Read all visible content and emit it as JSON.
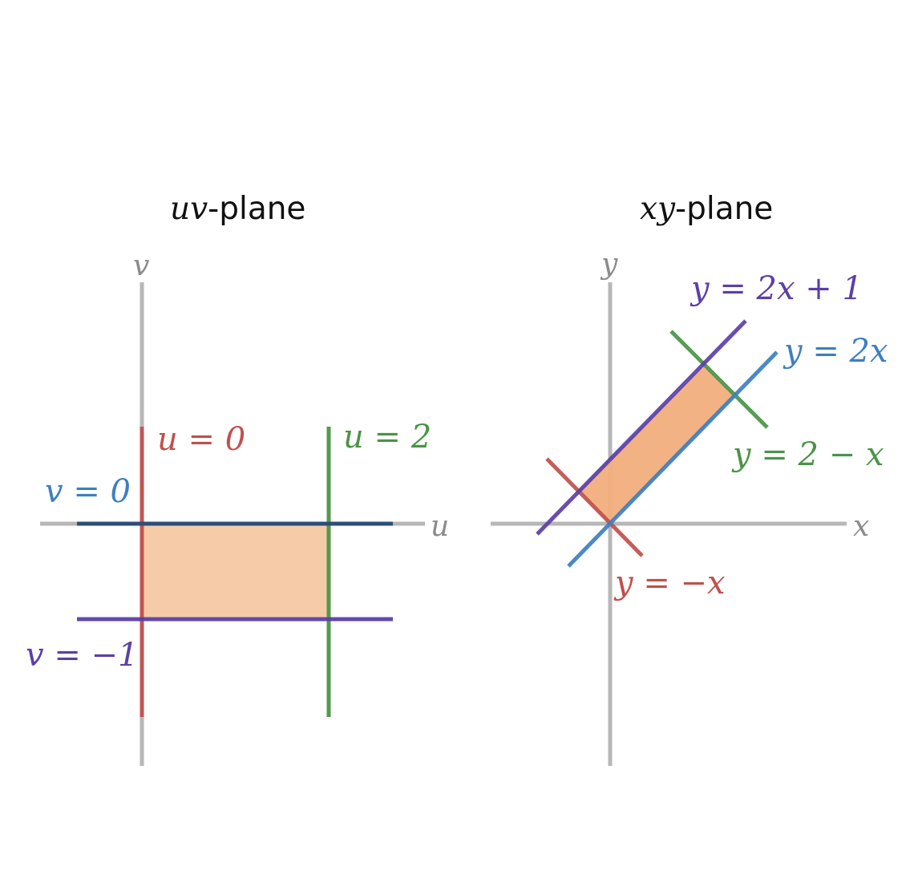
{
  "colors": {
    "axis": "#b7b7b7",
    "axis_label": "#8a8a8a",
    "red": "#c0504d",
    "green": "#4a9446",
    "blue": "#3d7fc2",
    "purple": "#5b3fa7",
    "fill_uv": "#f6cca8",
    "fill_xy": "#f2ae7c"
  },
  "uv_plane": {
    "title_var": "uv",
    "title_suffix": "-plane",
    "axis_horizontal": "u",
    "axis_vertical": "v",
    "lines": {
      "u0": "u = 0",
      "u2": "u = 2",
      "v0": "v = 0",
      "vm1": "v = −1"
    },
    "region": "0 ≤ u ≤ 2, −1 ≤ v ≤ 0"
  },
  "xy_plane": {
    "title_var": "xy",
    "title_suffix": "-plane",
    "axis_horizontal": "x",
    "axis_vertical": "y",
    "lines": {
      "l_2x1": "y = 2x + 1",
      "l_2x": "y = 2x",
      "l_2mx": "y = 2 − x",
      "l_mx": "y = −x"
    }
  }
}
